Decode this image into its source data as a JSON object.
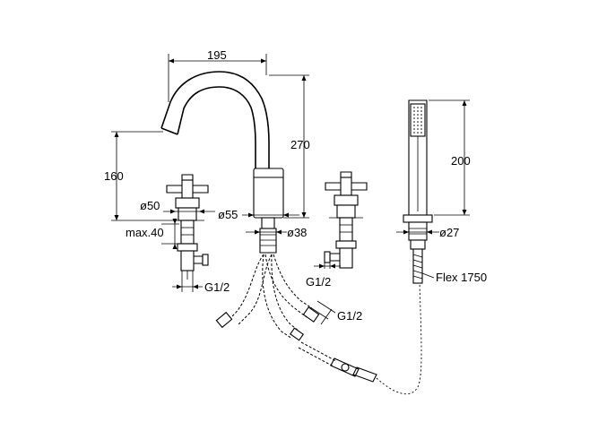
{
  "dimensions": {
    "spout_reach": "195",
    "spout_height": "270",
    "valve_height": "160",
    "valve_diameter": "ø50",
    "spout_diameter": "ø55",
    "deck_thickness": "max.40",
    "spout_shank": "ø38",
    "left_connection": "G1/2",
    "right_connection": "G1/2",
    "hose_connection": "G1/2",
    "shower_height": "200",
    "shower_diameter": "ø27",
    "flex_hose": "Flex 1750"
  },
  "colors": {
    "line": "#000000",
    "background": "#ffffff"
  }
}
